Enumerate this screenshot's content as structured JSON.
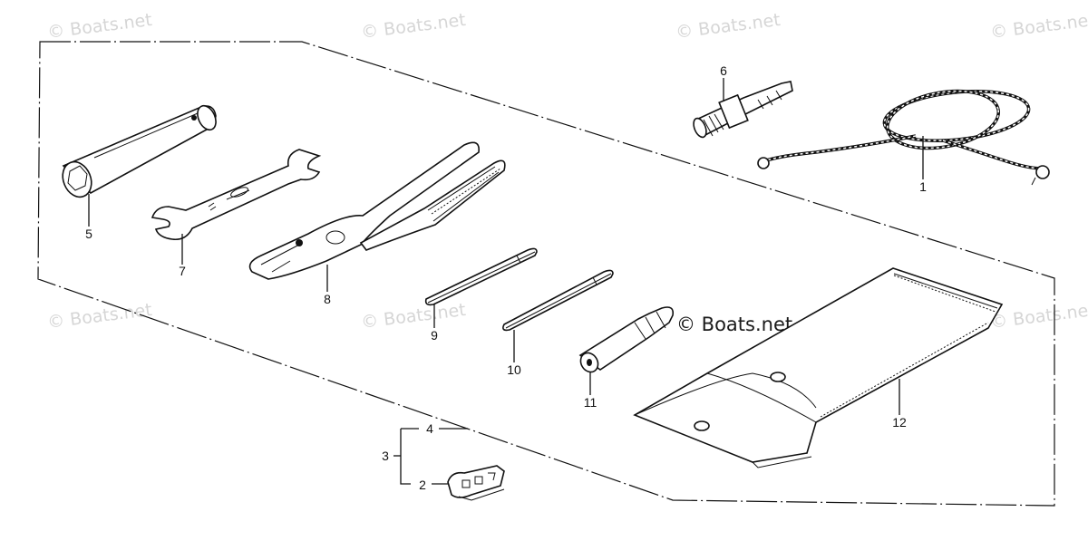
{
  "watermark": "© Boats.net",
  "callouts": {
    "c1": "1",
    "c2": "2",
    "c3": "3",
    "c4": "4",
    "c5": "5",
    "c6": "6",
    "c7": "7",
    "c8": "8",
    "c9": "9",
    "c10": "10",
    "c11": "11",
    "c12": "12"
  }
}
